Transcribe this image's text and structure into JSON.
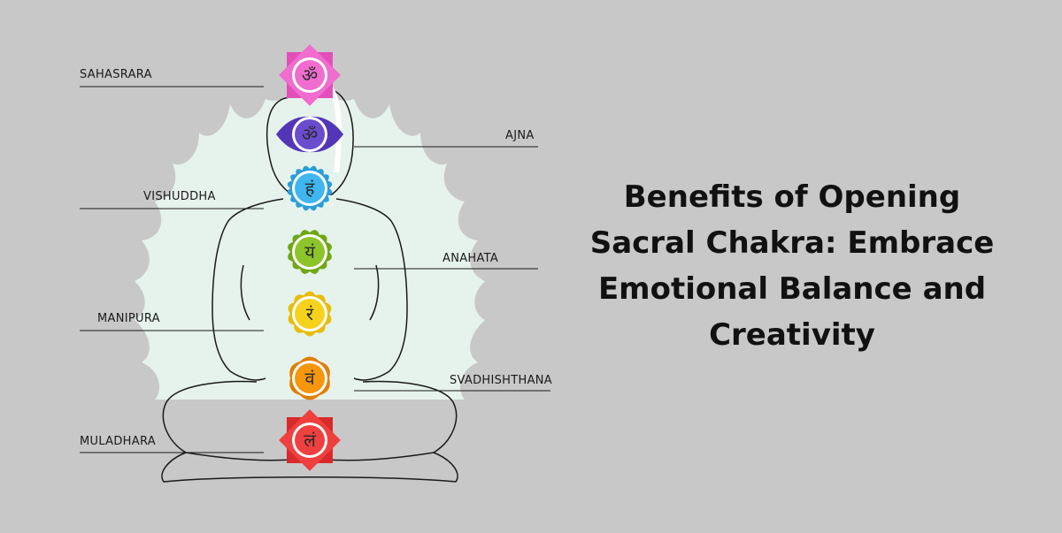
{
  "headline": {
    "lines": [
      "Benefits of Opening",
      "Sacral Chakra: Embrace",
      "Emotional Balance and",
      "Creativity"
    ]
  },
  "labels": {
    "sahasrara": "SAHASRARA",
    "ajna": "AJNA",
    "vishuddha": "VISHUDDHA",
    "anahata": "ANAHATA",
    "manipura": "MANIPURA",
    "svadhishthana": "SVADHISHTHANA",
    "muladhara": "MULADHARA"
  },
  "chakras": [
    {
      "id": "sahasrara",
      "glyph": "ॐ",
      "color": "#f06ccf",
      "ring": "#e24fba"
    },
    {
      "id": "ajna",
      "glyph": "ॐ",
      "color": "#6a4ccf",
      "ring": "#5336b8"
    },
    {
      "id": "vishuddha",
      "glyph": "हं",
      "color": "#3fb6ef",
      "ring": "#2a9ed8"
    },
    {
      "id": "anahata",
      "glyph": "यं",
      "color": "#8cc42a",
      "ring": "#6fa816"
    },
    {
      "id": "manipura",
      "glyph": "रं",
      "color": "#f7d21d",
      "ring": "#e6bd0c"
    },
    {
      "id": "svadhishthana",
      "glyph": "वं",
      "color": "#f5960d",
      "ring": "#e07f04"
    },
    {
      "id": "muladhara",
      "glyph": "लं",
      "color": "#ef3f3f",
      "ring": "#d82a2a"
    }
  ],
  "colors": {
    "background": "#c8c8c8",
    "lotus": "#e6f2ec",
    "outline": "#1a1a1a"
  }
}
